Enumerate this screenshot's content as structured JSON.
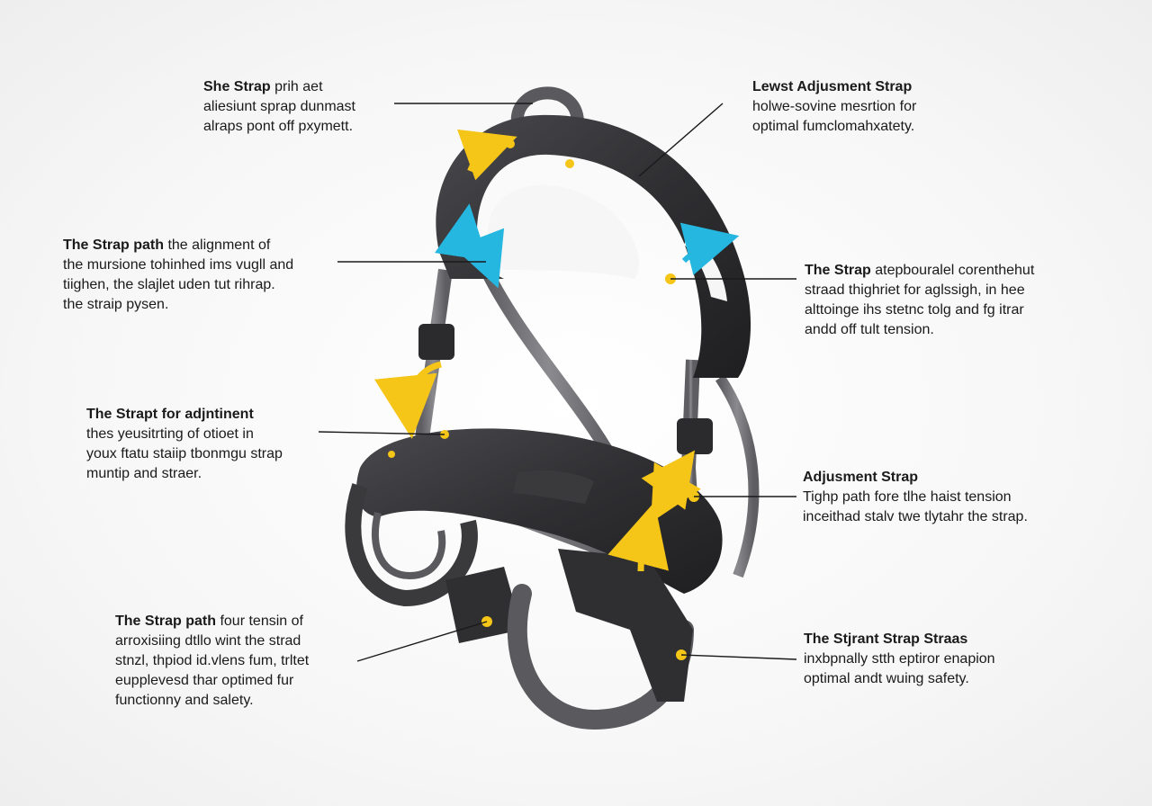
{
  "colors": {
    "harness_dark": "#2d2d2f",
    "harness_mid": "#3b3b3e",
    "webbing": "#6e6e72",
    "leader_line": "#1a1a1a",
    "arrow_yellow": "#f5c518",
    "arrow_blue": "#26b7e0",
    "text": "#1a1a1a"
  },
  "callouts": [
    {
      "id": "top-left",
      "title": "She Strap",
      "lines": [
        "prih aet",
        "aliesiunt sprap dunmast",
        "alraps pont off pxymett."
      ]
    },
    {
      "id": "top-right",
      "title": "Lewst Adjusment Strap",
      "lines": [
        "holwe-sovine mesrtion for",
        "optimal fumclomahxatety."
      ]
    },
    {
      "id": "mid-left-1",
      "title": "The Strap path",
      "lines": [
        "the alignment of",
        "the mursione tohinhed ims vugll and",
        "tiighen, the slajlet uden tut rihrap.",
        "the straip pysen."
      ]
    },
    {
      "id": "mid-right-1",
      "title": "The Strap",
      "lines": [
        "atepbouralel corenthehut",
        "straad thighriet for aglssigh, in hee",
        "alttoinge ihs stetnc tolg and fg itrar",
        "andd off tult tension."
      ]
    },
    {
      "id": "mid-left-2",
      "title": "The Strapt for adjntinent",
      "lines": [
        "thes yeusitrting of otioet in",
        "youx ftatu staiip tbonmgu strap",
        "muntip and straer."
      ]
    },
    {
      "id": "mid-right-2",
      "title": "Adjusment Strap",
      "lines": [
        "Tighp path fore tlhe haist tension",
        "inceithad stalv twe tlytahr the strap."
      ]
    },
    {
      "id": "bottom-left",
      "title": "The Strap path",
      "lines": [
        "four tensin of",
        "arroxisiing dtllo wint the strad",
        "stnzl, thpiod id.vlens fum, trltet",
        "eupplevesd thar optimed fur",
        "functionny and salety."
      ]
    },
    {
      "id": "bottom-right",
      "title": "The Stjrant Strap Straas",
      "lines": [
        "inxbpnally stth eptiror enapion",
        "optimal andt wuing safety."
      ]
    }
  ]
}
